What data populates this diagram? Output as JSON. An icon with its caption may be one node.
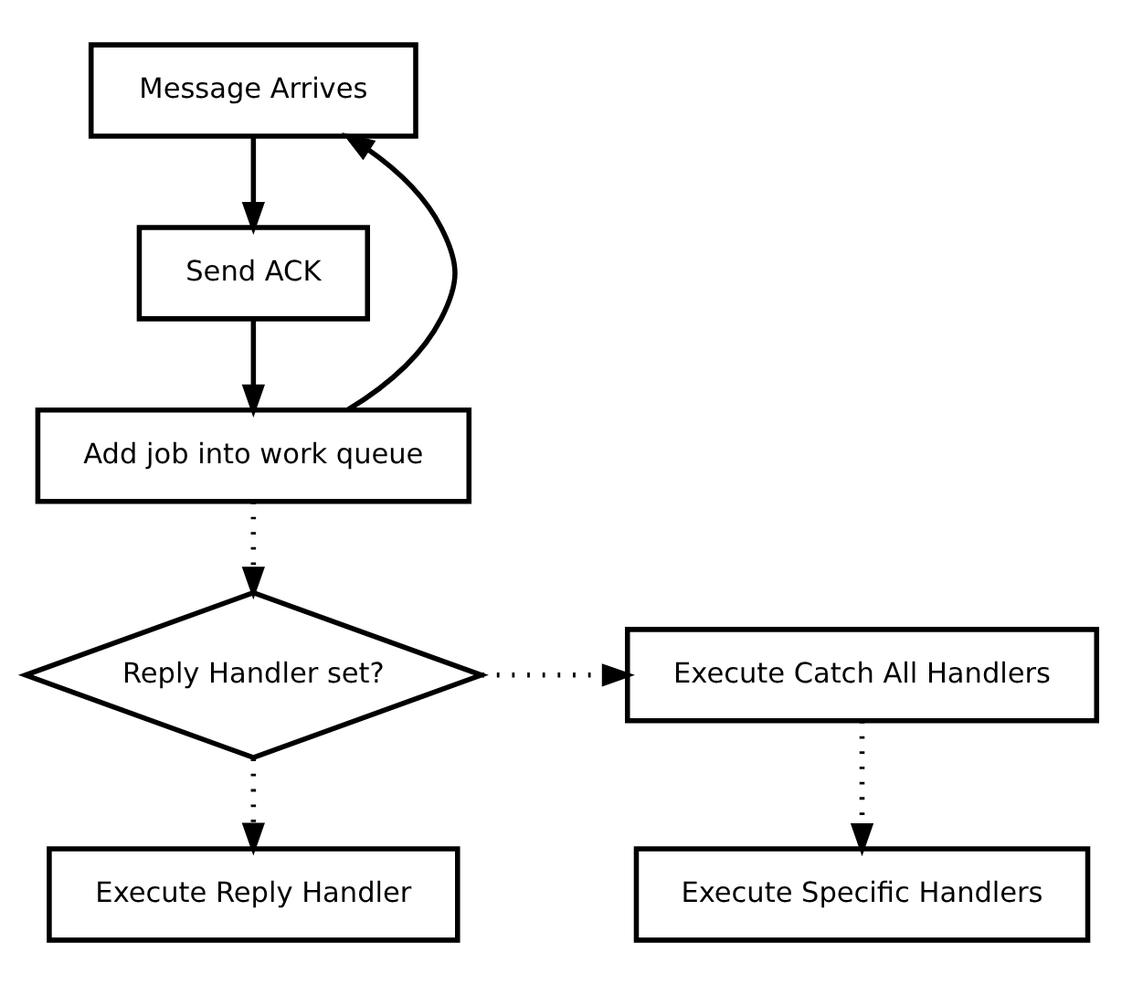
{
  "diagram": {
    "nodes": [
      {
        "text": [
          "Message Arrives"
        ]
      },
      {
        "text": [
          "Send ACK"
        ]
      },
      {
        "text": [
          "Add job into work queue"
        ]
      },
      {
        "text": [
          "Reply Handler set?"
        ]
      },
      {
        "text": [
          "Execute Catch All Handlers"
        ]
      },
      {
        "text": [
          "Execute Reply Handler"
        ]
      },
      {
        "text": [
          "Execute Specific Handlers"
        ]
      }
    ],
    "edges": [
      {
        "from": 0,
        "to": 1,
        "arrow": "to"
      },
      {
        "from": 1,
        "to": 2,
        "arrow": "to"
      },
      {
        "from": 2,
        "to": 0,
        "arrow": "to"
      },
      {
        "from": 2,
        "to": 3,
        "arrow": "to",
        "style": "dashed"
      },
      {
        "from": 3,
        "to": 4,
        "arrow": "to",
        "style": "dashed"
      },
      {
        "from": 3,
        "to": 5,
        "arrow": "to",
        "style": "dashed"
      },
      {
        "from": 4,
        "to": 6,
        "arrow": "to",
        "style": "dashed"
      }
    ]
  }
}
